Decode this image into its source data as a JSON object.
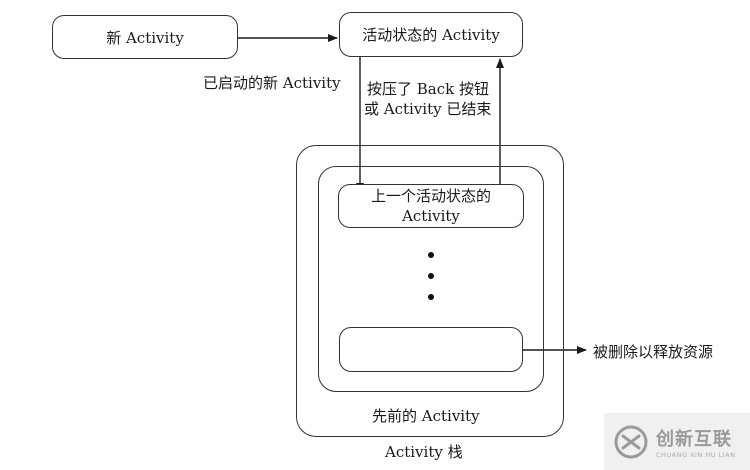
{
  "diagram": {
    "new_activity": "新 Activity",
    "running_activity": "活动状态的 Activity",
    "started_new_activity": "已启动的新 Activity",
    "back_pressed_line1": "按压了 Back 按钮",
    "back_pressed_line2": "或 Activity 已结束",
    "prev_running_line1": "上一个活动状态的",
    "prev_running_line2": "Activity",
    "removed_to_free": "被删除以释放资源",
    "previous_activities": "先前的 Activity",
    "activity_stack": "Activity 栈"
  },
  "watermark": {
    "name": "创新互联",
    "sub": "CHUANG XIN HU LIAN"
  },
  "colors": {
    "line": "#1a1a1a",
    "watermark_bg": "#f0f0f0",
    "watermark_text": "#9a9a9a"
  }
}
